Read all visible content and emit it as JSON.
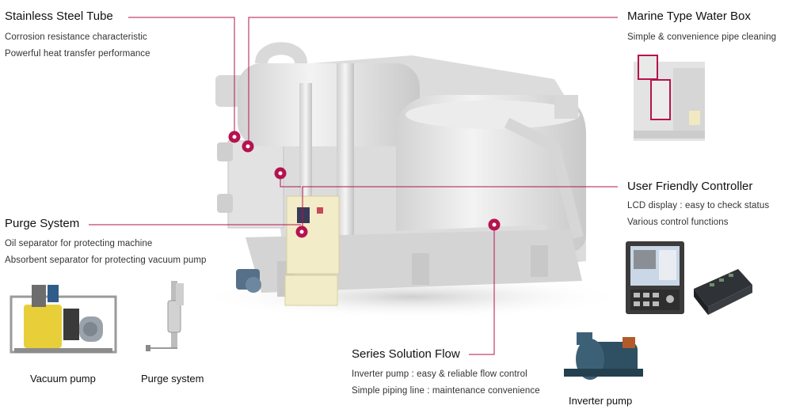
{
  "features": {
    "stainless": {
      "title": "Stainless Steel Tube",
      "lines": [
        "Corrosion resistance characteristic",
        "Powerful heat transfer performance"
      ]
    },
    "marine": {
      "title": "Marine Type Water Box",
      "lines": [
        "Simple & convenience pipe cleaning"
      ]
    },
    "controller": {
      "title": "User Friendly Controller",
      "lines": [
        "LCD display : easy to check status",
        "Various control functions"
      ]
    },
    "purge": {
      "title": "Purge System",
      "lines": [
        "Oil separator for protecting machine",
        "Absorbent separator for protecting vacuum pump"
      ]
    },
    "series": {
      "title": "Series Solution Flow",
      "lines": [
        "Inverter pump : easy & reliable flow control",
        "Simple piping line : maintenance convenience"
      ]
    }
  },
  "captions": {
    "vacuum_pump": "Vacuum pump",
    "purge_system": "Purge system",
    "inverter_pump": "Inverter pump"
  },
  "colors": {
    "accent": "#b5134f",
    "machine": "#e4e4e4",
    "panel": "#f2ecc9"
  }
}
